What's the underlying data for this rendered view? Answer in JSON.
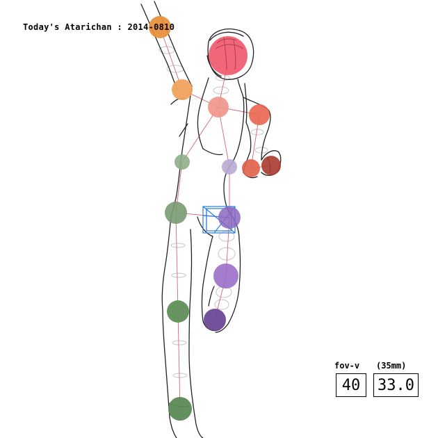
{
  "title": "Today's Atarichan : 2014-0810",
  "camera": {
    "fov_label": "fov-v",
    "lens_label": "(35mm)",
    "fov_value": "40",
    "focal_value": "33.0"
  },
  "colors": {
    "head": "#ef5a6f",
    "chest": "#f0938a",
    "left_arm": "#e8913d",
    "right_arm": "#e85a40",
    "right_hand": "#a83a2e",
    "left_leg": "#5f8f5a",
    "right_leg": "#9a6fc9",
    "right_foot": "#6a4a96",
    "pelvis_box": "#2a7fe0",
    "bone_line": "#d9656e",
    "sketch": "#222222"
  }
}
